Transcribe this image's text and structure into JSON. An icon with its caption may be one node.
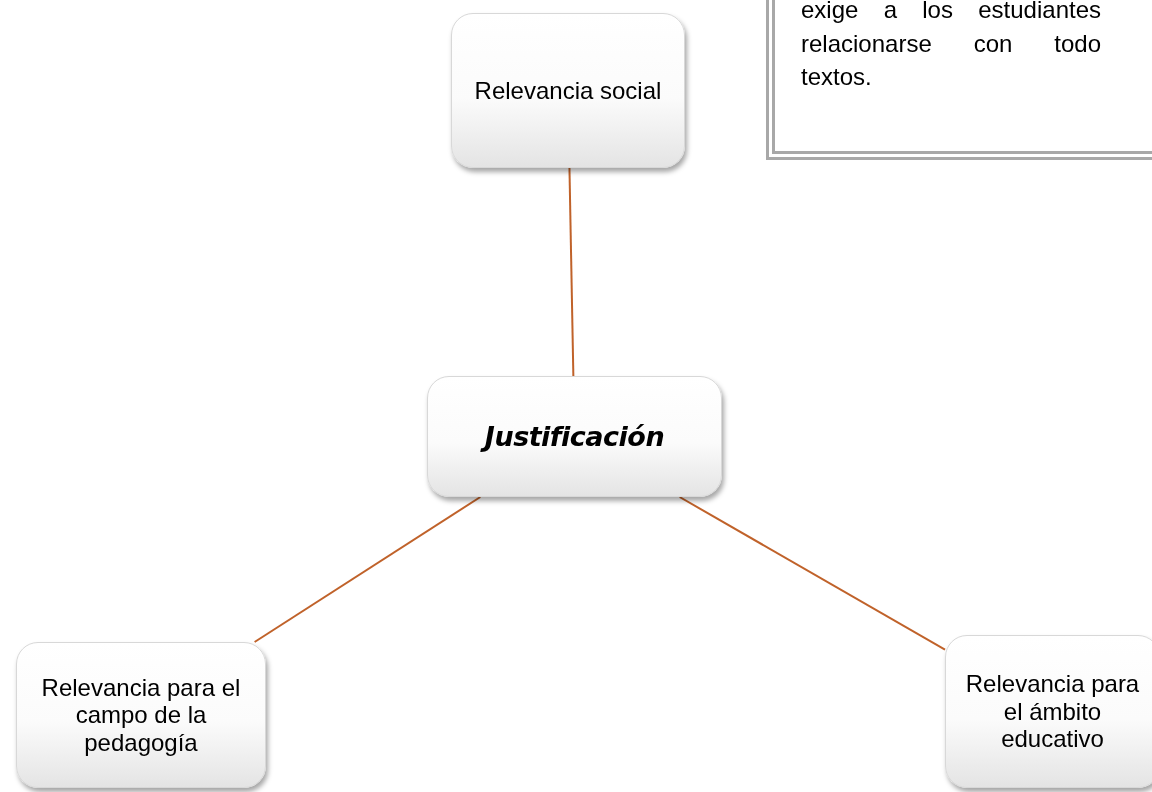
{
  "diagram": {
    "nodes": [
      {
        "text": [
          "Relevancia social"
        ]
      },
      {
        "text": [
          "exige a los estudiantes relacionarse con todo textos."
        ]
      },
      {
        "text": [
          "Justificación"
        ]
      },
      {
        "text": [
          "Relevancia para el campo de la pedagogía"
        ]
      },
      {
        "text": [
          "Relevancia para el ámbito educativo"
        ]
      }
    ],
    "edges": [
      {
        "from": 2,
        "to": 0,
        "arrow": "none"
      },
      {
        "from": 2,
        "to": 3,
        "arrow": "none"
      },
      {
        "from": 2,
        "to": 4,
        "arrow": "none"
      }
    ]
  }
}
